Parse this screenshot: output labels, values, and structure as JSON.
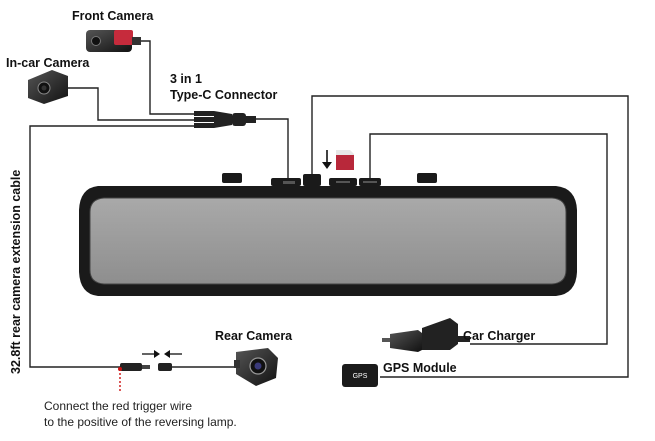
{
  "labels": {
    "front_camera": "Front Camera",
    "in_car_camera": "In-car Camera",
    "connector_line1": "3 in 1",
    "connector_line2": "Type-C Connector",
    "extension_cable": "32.8ft rear camera extension cable",
    "rear_camera": "Rear Camera",
    "car_charger": "Car Charger",
    "gps_module": "GPS Module",
    "gps_badge": "GPS",
    "trigger_note_line1": "Connect the red trigger wire",
    "trigger_note_line2": "to the positive of the reversing lamp."
  },
  "icons": [
    "front-camera-icon",
    "in-car-camera-icon",
    "rear-camera-icon",
    "car-charger-icon",
    "gps-module-icon",
    "sd-card-icon",
    "insert-arrow-icon"
  ],
  "colors": {
    "wire": "#222222",
    "mirror_frame": "#1a1a1a",
    "mirror_glass": "#9b9b9b",
    "trigger_wire": "#cc1111",
    "sd_card": "#b8283a"
  }
}
